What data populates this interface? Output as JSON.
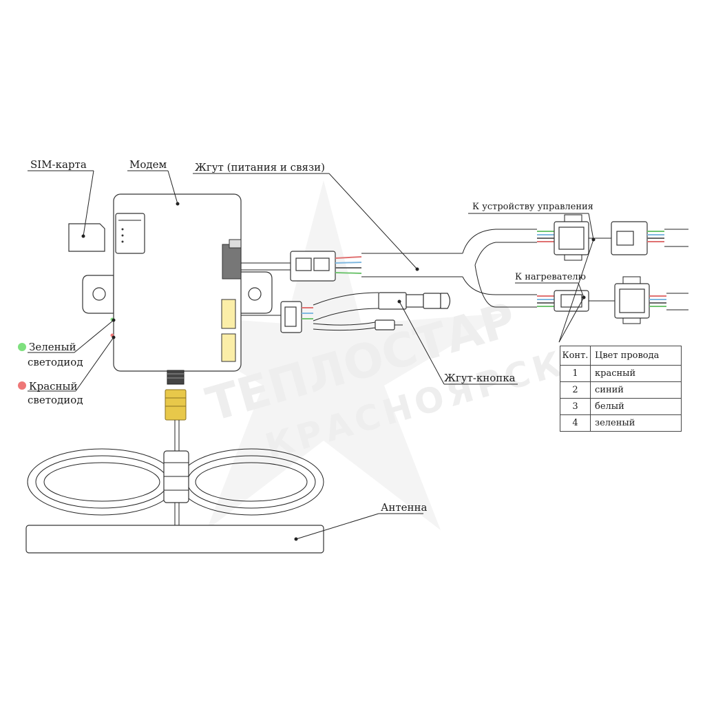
{
  "watermark": {
    "line1": "ТЕПЛОСТАР",
    "line2": "КРАСНОЯРСК"
  },
  "labels": {
    "sim": "SIM-карта",
    "modem": "Модем",
    "harness": "Жгут (питания и связи)",
    "to_control": "К устройству управления",
    "to_heater": "К нагревателю",
    "green_led_1": "Зеленый",
    "green_led_2": "светодиод",
    "red_led_1": "Красный",
    "red_led_2": "светодиод",
    "button_harness": "Жгут-кнопка",
    "antenna": "Антенна"
  },
  "wire_table": {
    "headers": [
      "Конт.",
      "Цвет провода"
    ],
    "rows": [
      {
        "pin": "1",
        "color": "красный"
      },
      {
        "pin": "2",
        "color": "синий"
      },
      {
        "pin": "3",
        "color": "белый"
      },
      {
        "pin": "4",
        "color": "зеленый"
      }
    ]
  },
  "colors": {
    "green_led": "#7ee07e",
    "red_led": "#ee7777",
    "wire_red": "#e07070",
    "wire_blue": "#7fb8e0",
    "wire_green": "#6fc46f",
    "connector_gold": "#e8c84a",
    "yellow_part": "#fbeea8"
  }
}
